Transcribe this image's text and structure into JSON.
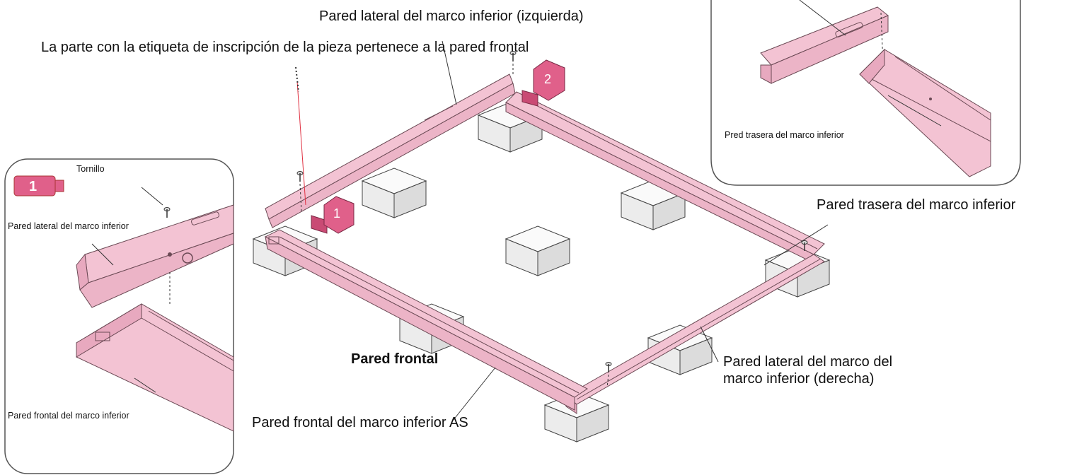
{
  "labels": {
    "left_side_wall": "Pared lateral del marco inferior (izquierda)",
    "inscription_note": "La parte con la etiqueta de inscripción de la pieza pertenece a la pared frontal",
    "rear_wall": "Pared trasera del marco inferior",
    "front_wall_bold": "Pared frontal",
    "right_side_wall": "Pared lateral del marco del marco inferior (derecha)",
    "front_wall_as": "Pared frontal del marco inferior AS"
  },
  "inset_left": {
    "screw": "Tornillo",
    "side_wall": "Pared lateral del marco inferior",
    "front_wall": "Pared frontal del marco inferior",
    "badge_number": "1"
  },
  "inset_right": {
    "rear_wall": "Pred trasera del marco inferior"
  },
  "markers": {
    "marker_1": "1",
    "marker_2": "2"
  },
  "colors": {
    "frame_fill": "#f3c3d3",
    "frame_stroke": "#6b4a55",
    "marker_fill": "#e0608a",
    "block_fill": "#f4f4f4",
    "block_stroke": "#444444",
    "leader_red": "#e03040"
  }
}
